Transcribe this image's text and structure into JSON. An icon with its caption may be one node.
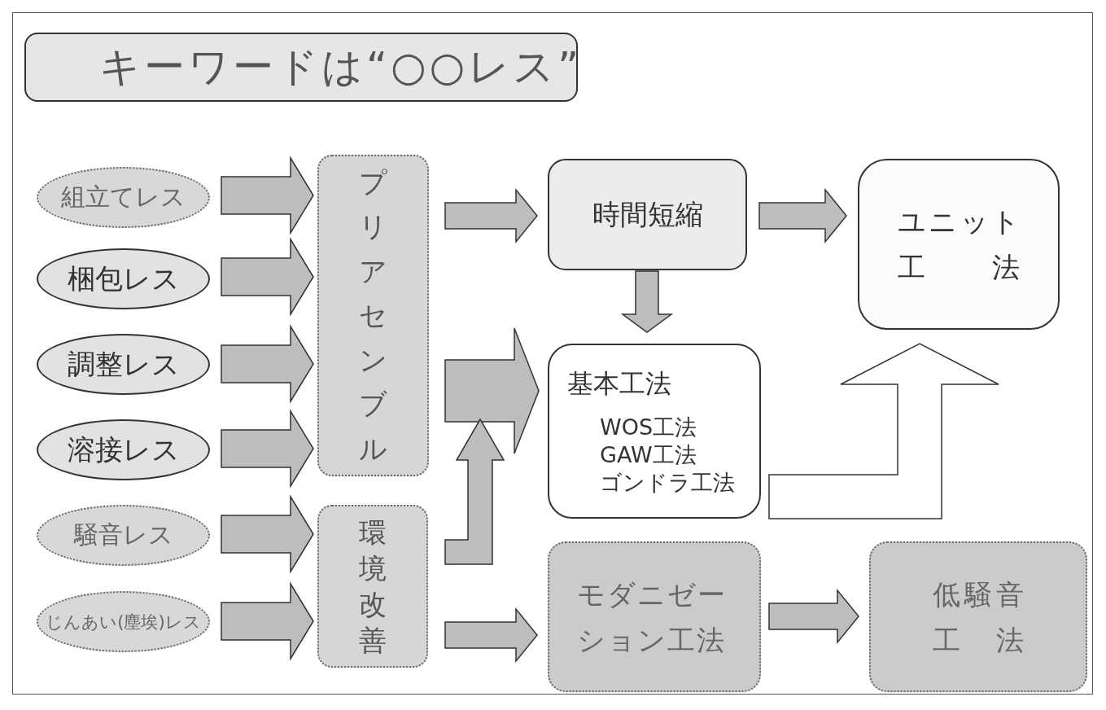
{
  "diagram": {
    "title": "キーワードは“○○レス”",
    "nodes": [
      {
        "text": [
          "組立てレス"
        ]
      },
      {
        "text": [
          "梱包レス"
        ]
      },
      {
        "text": [
          "調整レス"
        ]
      },
      {
        "text": [
          "溶接レス"
        ]
      },
      {
        "text": [
          "騒音レス"
        ]
      },
      {
        "text": [
          "じんあい(塵埃)レス"
        ]
      },
      {
        "text": [
          "プリアセンブル"
        ]
      },
      {
        "text": [
          "環境改善"
        ]
      },
      {
        "text": [
          "時間短縮"
        ]
      },
      {
        "text": [
          "ユニット工法"
        ]
      },
      {
        "text": [
          "基本工法",
          "WOS工法",
          "GAW工法",
          "ゴンドラ工法"
        ]
      },
      {
        "text": [
          "モダニゼーション工法"
        ]
      },
      {
        "text": [
          "低騒音工法"
        ]
      }
    ],
    "edges": [
      {
        "from": 0,
        "to": 6,
        "arrow": "to"
      },
      {
        "from": 1,
        "to": 6,
        "arrow": "to"
      },
      {
        "from": 2,
        "to": 6,
        "arrow": "to"
      },
      {
        "from": 3,
        "to": 6,
        "arrow": "to"
      },
      {
        "from": 4,
        "to": 7,
        "arrow": "to"
      },
      {
        "from": 5,
        "to": 7,
        "arrow": "to"
      },
      {
        "from": 6,
        "to": 8,
        "arrow": "to"
      },
      {
        "from": 6,
        "to": 10,
        "arrow": "to",
        "style": "thick"
      },
      {
        "from": 7,
        "to": 10,
        "arrow": "to"
      },
      {
        "from": 7,
        "to": 11,
        "arrow": "to"
      },
      {
        "from": 8,
        "to": 10,
        "arrow": "to"
      },
      {
        "from": 8,
        "to": 9,
        "arrow": "to"
      },
      {
        "from": 10,
        "to": 9,
        "arrow": "to",
        "style": "thick",
        "color": "#ffffff"
      },
      {
        "from": 11,
        "to": 12,
        "arrow": "to"
      }
    ]
  }
}
